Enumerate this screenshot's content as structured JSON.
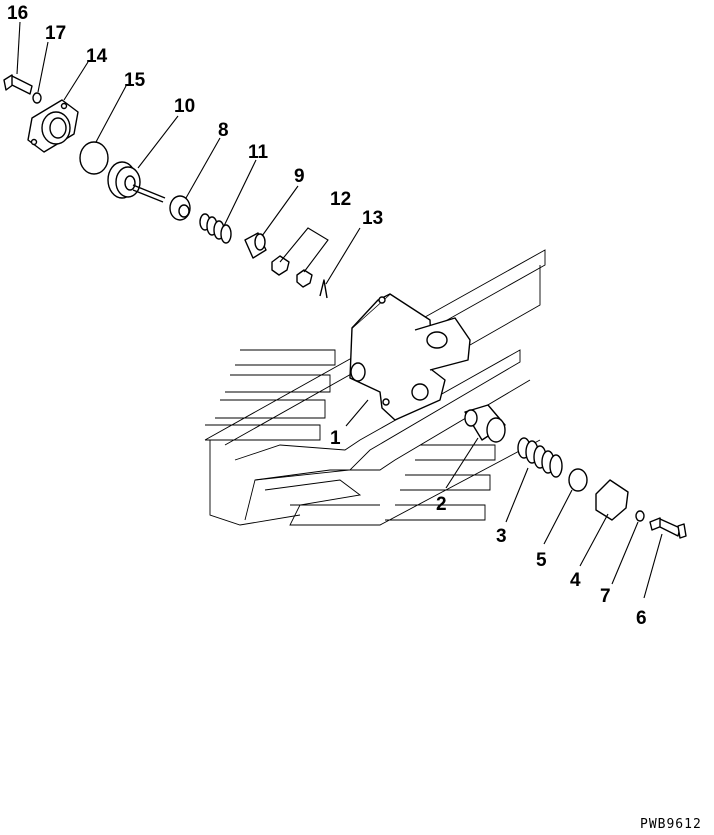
{
  "callouts": [
    {
      "id": "16",
      "label": "16"
    },
    {
      "id": "17",
      "label": "17"
    },
    {
      "id": "14",
      "label": "14"
    },
    {
      "id": "15",
      "label": "15"
    },
    {
      "id": "10",
      "label": "10"
    },
    {
      "id": "8",
      "label": "8"
    },
    {
      "id": "11",
      "label": "11"
    },
    {
      "id": "9",
      "label": "9"
    },
    {
      "id": "12",
      "label": "12"
    },
    {
      "id": "13",
      "label": "13"
    },
    {
      "id": "1",
      "label": "1"
    },
    {
      "id": "2",
      "label": "2"
    },
    {
      "id": "3",
      "label": "3"
    },
    {
      "id": "5",
      "label": "5"
    },
    {
      "id": "4",
      "label": "4"
    },
    {
      "id": "7",
      "label": "7"
    },
    {
      "id": "6",
      "label": "6"
    }
  ],
  "drawing_code": "PWB9612"
}
